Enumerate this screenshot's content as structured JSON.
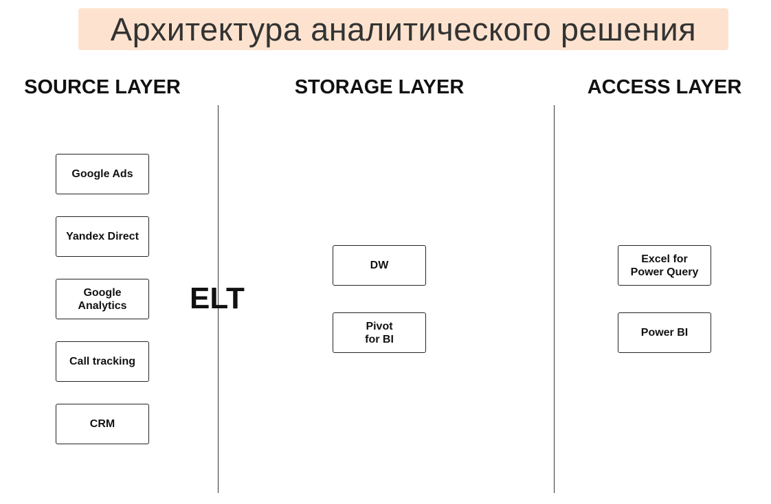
{
  "title": "Архитектура аналитического решения",
  "layers": {
    "source": {
      "heading": "SOURCE LAYER",
      "nodes": [
        "Google Ads",
        "Yandex Direct",
        "Google\nAnalytics",
        "Call tracking",
        "CRM"
      ]
    },
    "storage": {
      "heading": "STORAGE LAYER",
      "nodes": [
        "DW",
        "Pivot\nfor BI"
      ]
    },
    "access": {
      "heading": "ACCESS LAYER",
      "nodes": [
        "Excel for\nPower Query",
        "Power BI"
      ]
    }
  },
  "process_label": "ELT",
  "colors": {
    "title_background": "#fde3cf",
    "line": "#333333",
    "text": "#111111"
  }
}
